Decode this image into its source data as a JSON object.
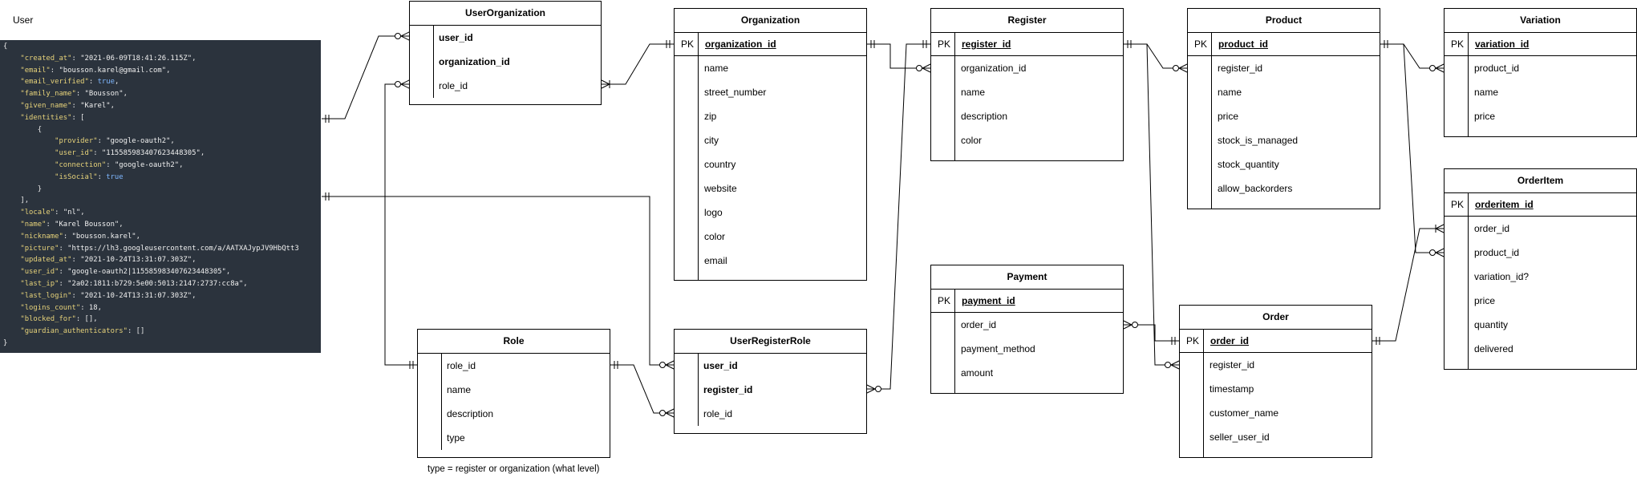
{
  "user_panel": {
    "title": "User",
    "json_lines": [
      [
        [
          "p",
          "{"
        ]
      ],
      [
        [
          "p",
          "    "
        ],
        [
          "k",
          "\"created_at\""
        ],
        [
          "p",
          ": "
        ],
        [
          "s",
          "\"2021-06-09T18:41:26.115Z\""
        ],
        [
          "p",
          ","
        ]
      ],
      [
        [
          "p",
          "    "
        ],
        [
          "k",
          "\"email\""
        ],
        [
          "p",
          ": "
        ],
        [
          "s",
          "\"bousson.karel@gmail.com\""
        ],
        [
          "p",
          ","
        ]
      ],
      [
        [
          "p",
          "    "
        ],
        [
          "k",
          "\"email_verified\""
        ],
        [
          "p",
          ": "
        ],
        [
          "kw",
          "true"
        ],
        [
          "p",
          ","
        ]
      ],
      [
        [
          "p",
          "    "
        ],
        [
          "k",
          "\"family_name\""
        ],
        [
          "p",
          ": "
        ],
        [
          "s",
          "\"Bousson\""
        ],
        [
          "p",
          ","
        ]
      ],
      [
        [
          "p",
          "    "
        ],
        [
          "k",
          "\"given_name\""
        ],
        [
          "p",
          ": "
        ],
        [
          "s",
          "\"Karel\""
        ],
        [
          "p",
          ","
        ]
      ],
      [
        [
          "p",
          "    "
        ],
        [
          "k",
          "\"identities\""
        ],
        [
          "p",
          ": ["
        ]
      ],
      [
        [
          "p",
          "        {"
        ]
      ],
      [
        [
          "p",
          "            "
        ],
        [
          "k",
          "\"provider\""
        ],
        [
          "p",
          ": "
        ],
        [
          "s",
          "\"google-oauth2\""
        ],
        [
          "p",
          ","
        ]
      ],
      [
        [
          "p",
          "            "
        ],
        [
          "k",
          "\"user_id\""
        ],
        [
          "p",
          ": "
        ],
        [
          "s",
          "\"115585983407623448305\""
        ],
        [
          "p",
          ","
        ]
      ],
      [
        [
          "p",
          "            "
        ],
        [
          "k",
          "\"connection\""
        ],
        [
          "p",
          ": "
        ],
        [
          "s",
          "\"google-oauth2\""
        ],
        [
          "p",
          ","
        ]
      ],
      [
        [
          "p",
          "            "
        ],
        [
          "k",
          "\"isSocial\""
        ],
        [
          "p",
          ": "
        ],
        [
          "kw",
          "true"
        ]
      ],
      [
        [
          "p",
          "        }"
        ]
      ],
      [
        [
          "p",
          "    ],"
        ]
      ],
      [
        [
          "p",
          "    "
        ],
        [
          "k",
          "\"locale\""
        ],
        [
          "p",
          ": "
        ],
        [
          "s",
          "\"nl\""
        ],
        [
          "p",
          ","
        ]
      ],
      [
        [
          "p",
          "    "
        ],
        [
          "k",
          "\"name\""
        ],
        [
          "p",
          ": "
        ],
        [
          "s",
          "\"Karel Bousson\""
        ],
        [
          "p",
          ","
        ]
      ],
      [
        [
          "p",
          "    "
        ],
        [
          "k",
          "\"nickname\""
        ],
        [
          "p",
          ": "
        ],
        [
          "s",
          "\"bousson.karel\""
        ],
        [
          "p",
          ","
        ]
      ],
      [
        [
          "p",
          "    "
        ],
        [
          "k",
          "\"picture\""
        ],
        [
          "p",
          ": "
        ],
        [
          "s",
          "\"https://lh3.googleusercontent.com/a/AATXAJypJV9HbQtt3"
        ]
      ],
      [
        [
          "p",
          "    "
        ],
        [
          "k",
          "\"updated_at\""
        ],
        [
          "p",
          ": "
        ],
        [
          "s",
          "\"2021-10-24T13:31:07.303Z\""
        ],
        [
          "p",
          ","
        ]
      ],
      [
        [
          "p",
          "    "
        ],
        [
          "k",
          "\"user_id\""
        ],
        [
          "p",
          ": "
        ],
        [
          "s",
          "\"google-oauth2|115585983407623448305\""
        ],
        [
          "p",
          ","
        ]
      ],
      [
        [
          "p",
          "    "
        ],
        [
          "k",
          "\"last_ip\""
        ],
        [
          "p",
          ": "
        ],
        [
          "s",
          "\"2a02:1811:b729:5e00:5013:2147:2737:cc8a\""
        ],
        [
          "p",
          ","
        ]
      ],
      [
        [
          "p",
          "    "
        ],
        [
          "k",
          "\"last_login\""
        ],
        [
          "p",
          ": "
        ],
        [
          "s",
          "\"2021-10-24T13:31:07.303Z\""
        ],
        [
          "p",
          ","
        ]
      ],
      [
        [
          "p",
          "    "
        ],
        [
          "k",
          "\"logins_count\""
        ],
        [
          "p",
          ": "
        ],
        [
          "s",
          "18"
        ],
        [
          "p",
          ","
        ]
      ],
      [
        [
          "p",
          "    "
        ],
        [
          "k",
          "\"blocked_for\""
        ],
        [
          "p",
          ": [],"
        ]
      ],
      [
        [
          "p",
          "    "
        ],
        [
          "k",
          "\"guardian_authenticators\""
        ],
        [
          "p",
          ": []"
        ]
      ],
      [
        [
          "p",
          "}"
        ]
      ]
    ]
  },
  "entities": {
    "user_organization": {
      "title": "UserOrganization",
      "rows": [
        "user_id",
        "organization_id",
        "role_id"
      ]
    },
    "organization": {
      "title": "Organization",
      "pk_label": "PK",
      "pk": "organization_id",
      "rows": [
        "name",
        "street_number",
        "zip",
        "city",
        "country",
        "website",
        "logo",
        "color",
        "email"
      ]
    },
    "register": {
      "title": "Register",
      "pk_label": "PK",
      "pk": "register_id",
      "rows": [
        "organization_id",
        "name",
        "description",
        "color"
      ]
    },
    "product": {
      "title": "Product",
      "pk_label": "PK",
      "pk": "product_id",
      "rows": [
        "register_id",
        "name",
        "price",
        "stock_is_managed",
        "stock_quantity",
        "allow_backorders"
      ]
    },
    "variation": {
      "title": "Variation",
      "pk_label": "PK",
      "pk": "variation_id",
      "rows": [
        "product_id",
        "name",
        "price"
      ]
    },
    "order_item": {
      "title": "OrderItem",
      "pk_label": "PK",
      "pk": "orderitem_id",
      "rows": [
        "order_id",
        "product_id",
        "variation_id?",
        "price",
        "quantity",
        "delivered"
      ]
    },
    "payment": {
      "title": "Payment",
      "pk_label": "PK",
      "pk": "payment_id",
      "rows": [
        "order_id",
        "payment_method",
        "amount"
      ]
    },
    "order": {
      "title": "Order",
      "pk_label": "PK",
      "pk": "order_id",
      "rows": [
        "register_id",
        "timestamp",
        "customer_name",
        "seller_user_id"
      ]
    },
    "role": {
      "title": "Role",
      "rows": [
        "role_id",
        "name",
        "description",
        "type"
      ]
    },
    "user_register_role": {
      "title": "UserRegisterRole",
      "rows": [
        "user_id",
        "register_id",
        "role_id"
      ]
    }
  },
  "note": "type = register or organization (what level)"
}
